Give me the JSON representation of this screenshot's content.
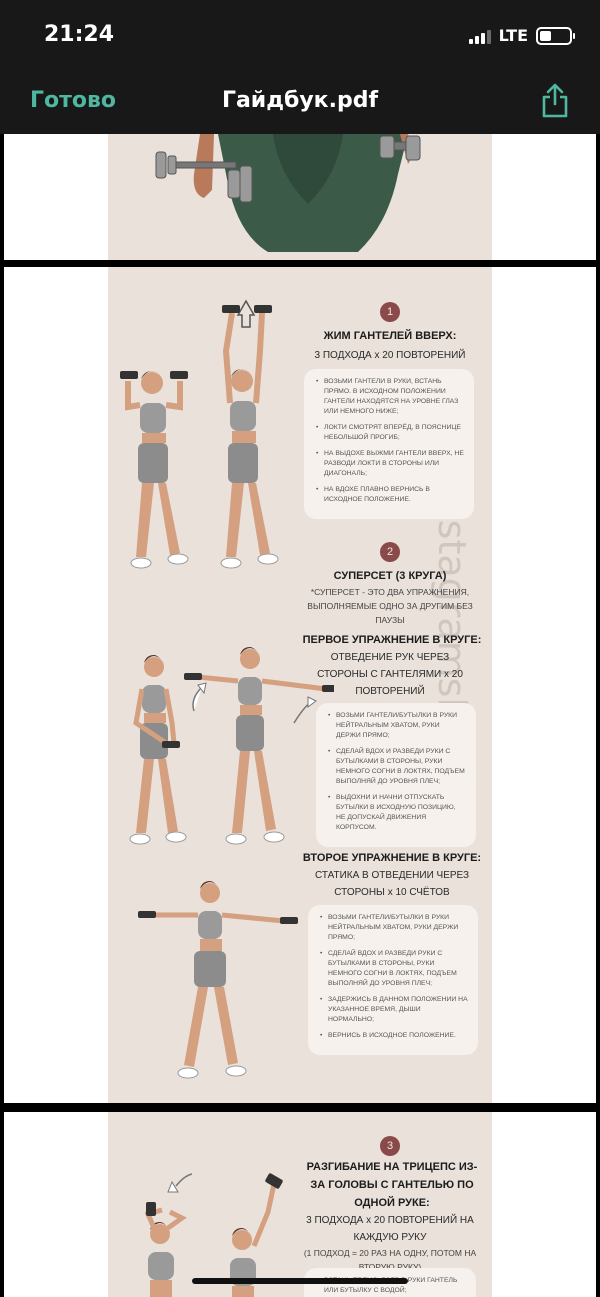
{
  "status": {
    "time": "21:24",
    "network": "LTE",
    "battery_percent": 40
  },
  "nav": {
    "done_label": "Готово",
    "title": "Гайдбук.pdf"
  },
  "watermark": "@instagramslivi",
  "page2": {
    "ex1": {
      "number": "1",
      "title": "ЖИМ ГАНТЕЛЕЙ ВВЕРХ:",
      "sets": "3 ПОДХОДА х 20 ПОВТОРЕНИЙ",
      "tips": [
        "ВОЗЬМИ ГАНТЕЛИ В РУКИ, ВСТАНЬ ПРЯМО. В ИСХОДНОМ ПОЛОЖЕНИИ ГАНТЕЛИ НАХОДЯТСЯ НА УРОВНЕ ГЛАЗ ИЛИ НЕМНОГО НИЖЕ;",
        "ЛОКТИ СМОТРЯТ ВПЕРЁД, В ПОЯСНИЦЕ НЕБОЛЬШОЙ ПРОГИБ;",
        "НА ВЫДОХЕ ВЫЖМИ ГАНТЕЛИ ВВЕРХ, НЕ РАЗВОДИ ЛОКТИ В СТОРОНЫ ИЛИ ДИАГОНАЛЬ;",
        "НА ВДОХЕ ПЛАВНО ВЕРНИСЬ В ИСХОДНОЕ ПОЛОЖЕНИЕ."
      ]
    },
    "ex2": {
      "number": "2",
      "title": "СУПЕРСЕТ (3 КРУГА)",
      "note": "*СУПЕРСЕТ - ЭТО ДВА УПРАЖНЕНИЯ, ВЫПОЛНЯЕМЫЕ ОДНО ЗА ДРУГИМ БЕЗ ПАУЗЫ",
      "first_title": "ПЕРВОЕ УПРАЖНЕНИЕ В КРУГЕ:",
      "first_desc": "ОТВЕДЕНИЕ РУК ЧЕРЕЗ СТОРОНЫ С ГАНТЕЛЯМИ х 20 ПОВТОРЕНИЙ",
      "first_tips": [
        "ВОЗЬМИ ГАНТЕЛИ/БУТЫЛКИ В РУКИ НЕЙТРАЛЬНЫМ ХВАТОМ, РУКИ ДЕРЖИ ПРЯМО;",
        "СДЕЛАЙ ВДОХ И РАЗВЕДИ РУКИ С БУТЫЛКАМИ В СТОРОНЫ, РУКИ НЕМНОГО СОГНИ В ЛОКТЯХ, ПОДЪЕМ ВЫПОЛНЯЙ ДО УРОВНЯ ПЛЕЧ;",
        "ВЫДОХНИ И НАЧНИ ОТПУСКАТЬ БУТЫЛКИ В ИСХОДНУЮ ПОЗИЦИЮ, НЕ ДОПУСКАЙ ДВИЖЕНИЯ КОРПУСОМ."
      ],
      "second_title": "ВТОРОЕ УПРАЖНЕНИЕ В КРУГЕ:",
      "second_desc": "СТАТИКА В ОТВЕДЕНИИ ЧЕРЕЗ СТОРОНЫ х 10 СЧЁТОВ",
      "second_tips": [
        "ВОЗЬМИ ГАНТЕЛИ/БУТЫЛКИ В РУКИ НЕЙТРАЛЬНЫМ ХВАТОМ, РУКИ ДЕРЖИ ПРЯМО;",
        "СДЕЛАЙ ВДОХ И РАЗВЕДИ РУКИ С БУТЫЛКАМИ В СТОРОНЫ, РУКИ НЕМНОГО СОГНИ В ЛОКТЯХ, ПОДЪЕМ ВЫПОЛНЯЙ ДО УРОВНЯ ПЛЕЧ;",
        "ЗАДЕРЖИСЬ В ДАННОМ ПОЛОЖЕНИИ НА УКАЗАННОЕ ВРЕМЯ, ДЫШИ НОРМАЛЬНО;",
        "ВЕРНИСЬ В ИСХОДНОЕ ПОЛОЖЕНИЕ."
      ]
    }
  },
  "page3": {
    "ex3": {
      "number": "3",
      "title": "РАЗГИБАНИЕ НА ТРИЦЕПС ИЗ-ЗА ГОЛОВЫ С ГАНТЕЛЬЮ ПО ОДНОЙ РУКЕ:",
      "sets": "3 ПОДХОДА х 20 ПОВТОРЕНИЙ НА КАЖДУЮ РУКУ",
      "note": "(1 ПОДХОД = 20 РАЗ НА ОДНУ, ПОТОМ НА ВТОРУЮ РУКУ)",
      "tip1": "ВСТАНЬ ПРЯМО, ВЗЯВ В РУКИ ГАНТЕЛЬ ИЛИ БУТЫЛКУ С ВОДОЙ;"
    }
  }
}
